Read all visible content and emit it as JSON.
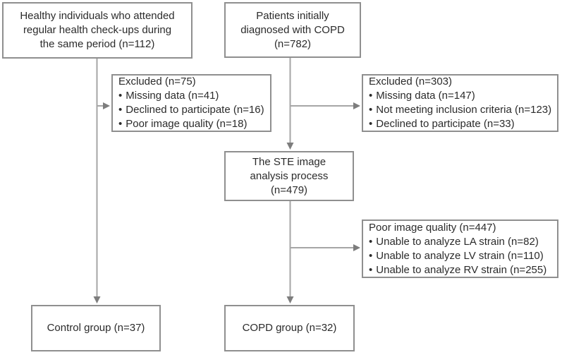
{
  "diagram": {
    "bullet": "•",
    "boxes": {
      "healthy": {
        "lines": [
          "Healthy individuals who attended",
          "regular health check-ups during",
          "the same period (n=112)"
        ]
      },
      "copd_initial": {
        "lines": [
          "Patients initially",
          "diagnosed with COPD",
          "(n=782)"
        ]
      },
      "excluded_left": {
        "title": "Excluded (n=75)",
        "items": [
          "Missing data (n=41)",
          "Declined to participate (n=16)",
          "Poor image quality (n=18)"
        ]
      },
      "excluded_right": {
        "title": "Excluded (n=303)",
        "items": [
          "Missing data (n=147)",
          "Not meeting inclusion criteria (n=123)",
          "Declined to participate (n=33)"
        ]
      },
      "ste": {
        "lines": [
          "The STE image",
          "analysis process",
          "(n=479)"
        ]
      },
      "poor_quality": {
        "title": "Poor image quality (n=447)",
        "items": [
          "Unable to analyze LA strain (n=82)",
          "Unable to analyze LV strain (n=110)",
          "Unable to analyze RV strain (n=255)"
        ]
      },
      "control_group": {
        "label": "Control group (n=37)"
      },
      "copd_group": {
        "label": "COPD group (n=32)"
      }
    },
    "colors": {
      "box_border": "#8f8f8f",
      "connector_line": "#a6a6a6",
      "arrowhead": "#7d7d7d",
      "text": "#2b2b2b",
      "background": "#ffffff"
    }
  }
}
